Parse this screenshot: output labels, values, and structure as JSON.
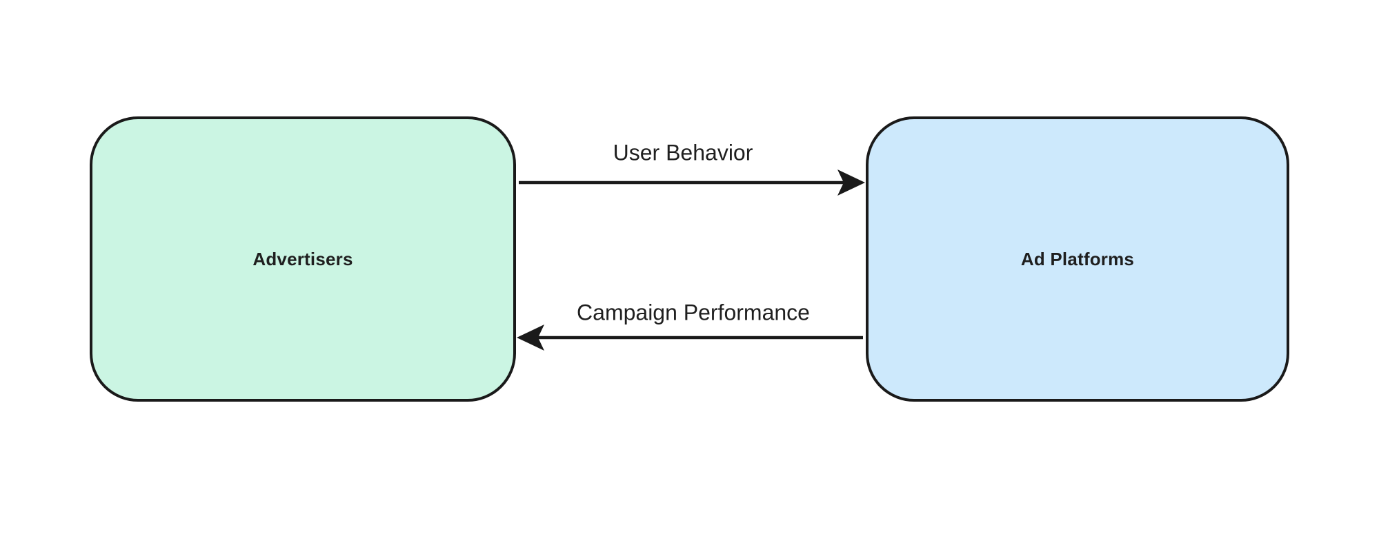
{
  "diagram": {
    "nodes": [
      {
        "id": "advertisers",
        "label": "Advertisers",
        "fill": "#cbf5e3"
      },
      {
        "id": "ad-platforms",
        "label": "Ad Platforms",
        "fill": "#cde9fc"
      }
    ],
    "edges": [
      {
        "label": "User Behavior",
        "from": "Advertisers",
        "to": "Ad Platforms",
        "direction": "right"
      },
      {
        "label": "Campaign Performance",
        "from": "Ad Platforms",
        "to": "Advertisers",
        "direction": "left"
      }
    ],
    "colors": {
      "background": "#ffffff",
      "node_border": "#1a1a1a",
      "arrow": "#1a1a1a",
      "text": "#1f1f1f",
      "advertisers_fill": "#cbf5e3",
      "ad_platforms_fill": "#cde9fc"
    }
  }
}
